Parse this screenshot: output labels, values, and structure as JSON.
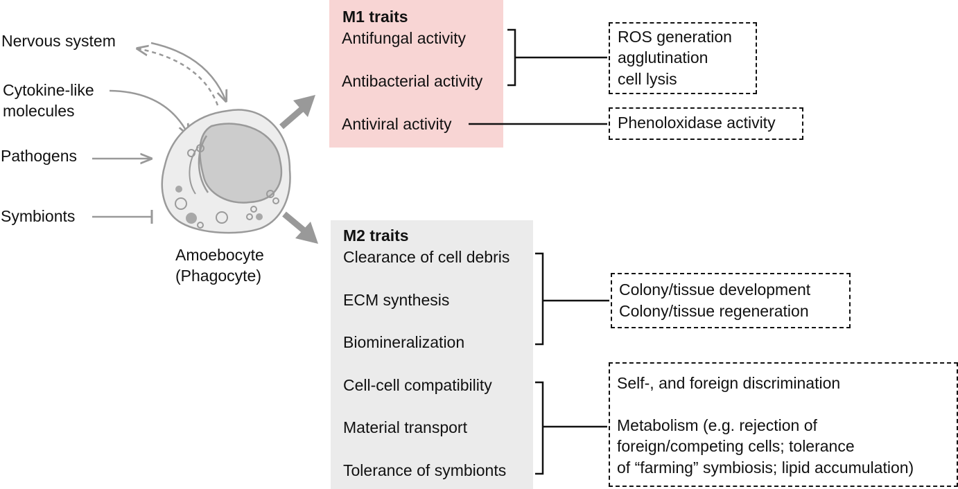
{
  "inputs": {
    "nervous": "Nervous system",
    "cytokine_1": "Cytokine-like",
    "cytokine_2": "molecules",
    "pathogens": "Pathogens",
    "symbionts": "Symbionts"
  },
  "cell": {
    "label_1": "Amoebocyte",
    "label_2": "(Phagocyte)"
  },
  "m1": {
    "title": "M1 traits",
    "traits": [
      "Antifungal activity",
      "Antibacterial activity",
      "Antiviral activity"
    ],
    "outcome_a": [
      "ROS generation",
      "agglutination",
      "cell lysis"
    ],
    "outcome_b": "Phenoloxidase activity"
  },
  "m2": {
    "title": "M2 traits",
    "traits": [
      "Clearance of cell debris",
      "ECM synthesis",
      "Biomineralization",
      "Cell-cell compatibility",
      "Material transport",
      "Tolerance of symbionts"
    ],
    "outcome_a": [
      "Colony/tissue development",
      "Colony/tissue regeneration"
    ],
    "outcome_b": [
      "Self-, and foreign discrimination",
      "Metabolism (e.g. rejection of",
      "foreign/competing cells; tolerance",
      "of “farming” symbiosis; lipid accumulation)"
    ]
  },
  "colors": {
    "m1_panel": "#f8d5d4",
    "m2_panel": "#ebebeb",
    "arrow_gray": "#999999"
  }
}
